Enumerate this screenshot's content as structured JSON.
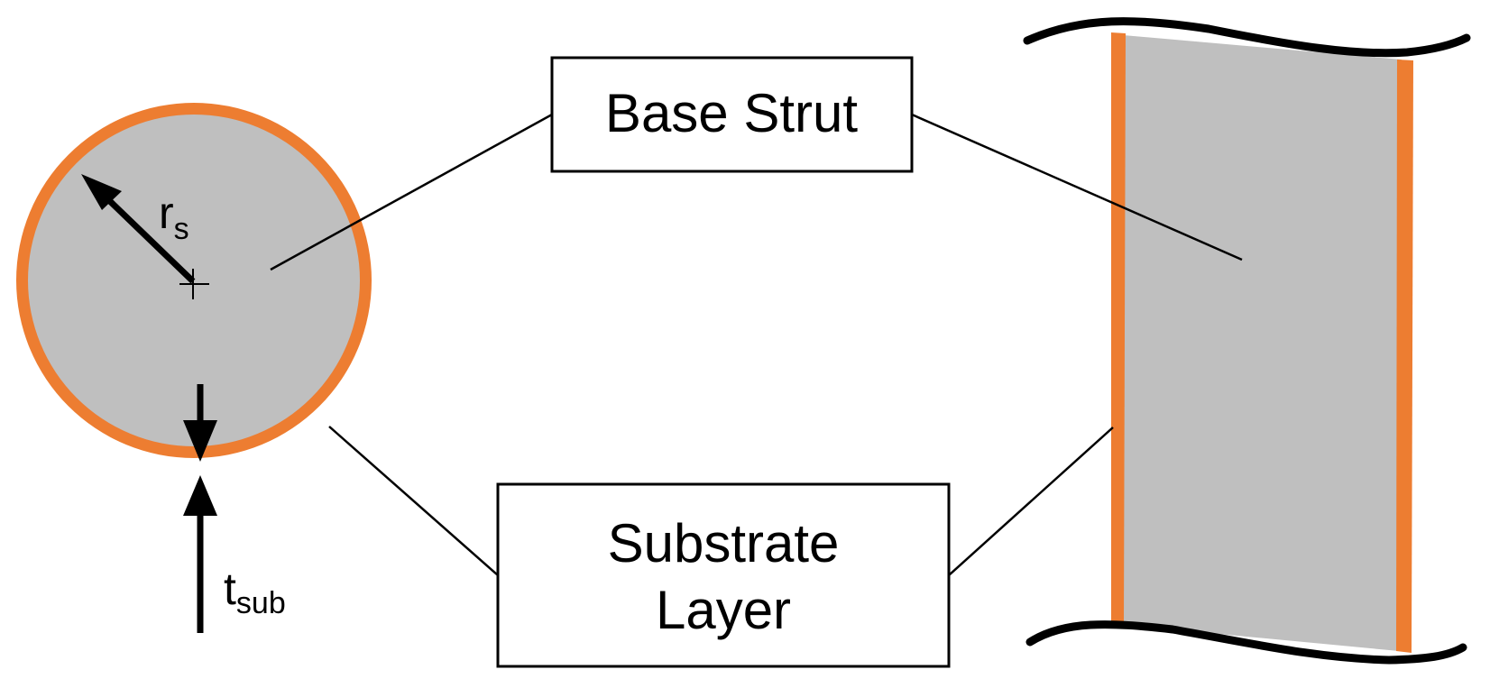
{
  "labels": {
    "base_strut": "Base Strut",
    "substrate_line1": "Substrate",
    "substrate_line2": "Layer"
  },
  "dimensions": {
    "radius_symbol": "r",
    "radius_subscript": "s",
    "thickness_symbol": "t",
    "thickness_subscript": "sub"
  },
  "colors": {
    "strut_fill": "#bfbfbf",
    "substrate_layer": "#ed7d31",
    "ink": "#000000",
    "box_fill": "#ffffff"
  }
}
